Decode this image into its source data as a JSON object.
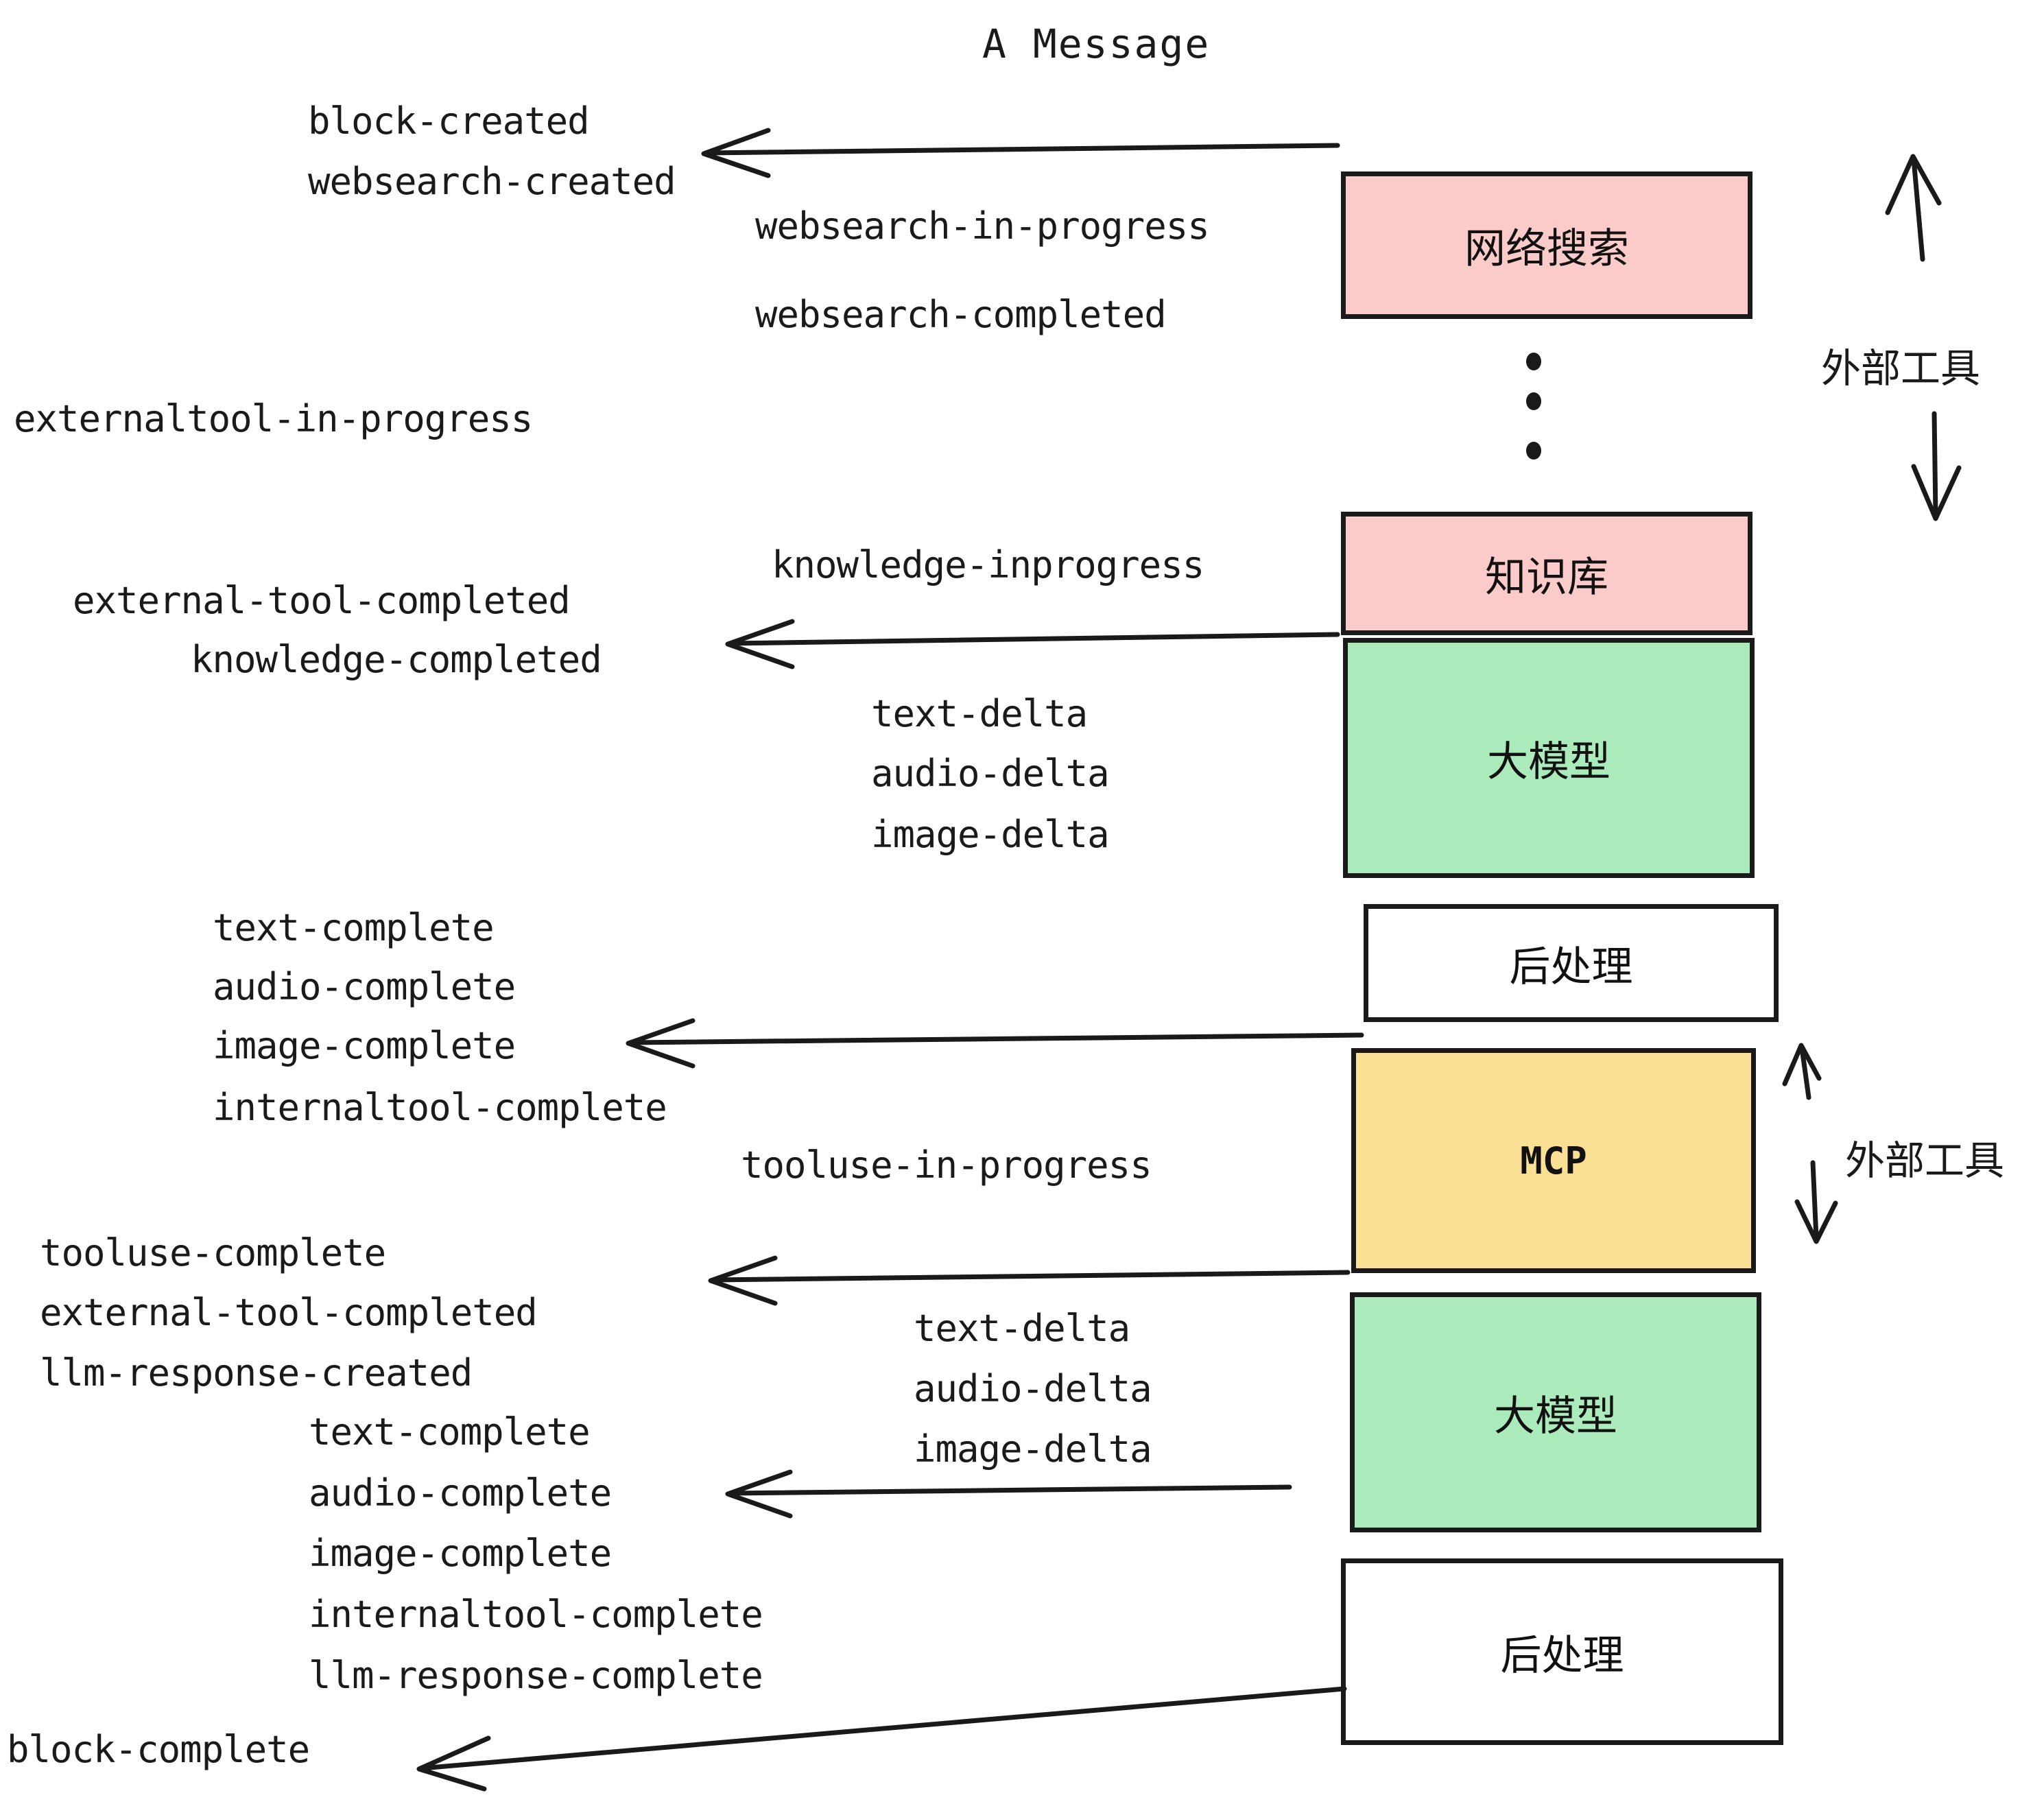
{
  "title": "A Message",
  "events": {
    "block_created": "block-created",
    "websearch_created": "websearch-created",
    "websearch_in_progress": "websearch-in-progress",
    "websearch_completed": "websearch-completed",
    "externaltool_in_progress": "externaltool-in-progress",
    "knowledge_inprogress": "knowledge-inprogress",
    "external_tool_completed_1": "external-tool-completed",
    "knowledge_completed": "knowledge-completed",
    "text_delta_1": "text-delta",
    "audio_delta_1": "audio-delta",
    "image_delta_1": "image-delta",
    "text_complete_1": "text-complete",
    "audio_complete_1": "audio-complete",
    "image_complete_1": "image-complete",
    "internaltool_complete_1": "internaltool-complete",
    "tooluse_in_progress": "tooluse-in-progress",
    "tooluse_complete": "tooluse-complete",
    "external_tool_completed_2": "external-tool-completed",
    "llm_response_created": "llm-response-created",
    "text_delta_2": "text-delta",
    "audio_delta_2": "audio-delta",
    "image_delta_2": "image-delta",
    "text_complete_2": "text-complete",
    "audio_complete_2": "audio-complete",
    "image_complete_2": "image-complete",
    "internaltool_complete_2": "internaltool-complete",
    "llm_response_complete": "llm-response-complete",
    "block_complete": "block-complete"
  },
  "boxes": [
    {
      "id": "websearch",
      "label": "网络搜索",
      "color": "#fbcbc9"
    },
    {
      "id": "knowledge",
      "label": "知识库",
      "color": "#fbcbc9"
    },
    {
      "id": "llm-top",
      "label": "大模型",
      "color": "#abebbb"
    },
    {
      "id": "postprocess-top",
      "label": "后处理",
      "color": "#ffffff"
    },
    {
      "id": "mcp",
      "label": "MCP",
      "color": "#fae095"
    },
    {
      "id": "llm-bottom",
      "label": "大模型",
      "color": "#abebbb"
    },
    {
      "id": "postprocess-bottom",
      "label": "后处理",
      "color": "#ffffff"
    }
  ],
  "side_labels": {
    "external_tools_top": "外部工具",
    "external_tools_bottom": "外部工具"
  },
  "colors": {
    "pink": "#fbcbc9",
    "green": "#abebbb",
    "yellow": "#fae095",
    "white": "#ffffff",
    "stroke": "#1a1a1a",
    "background": "#ffffff"
  }
}
